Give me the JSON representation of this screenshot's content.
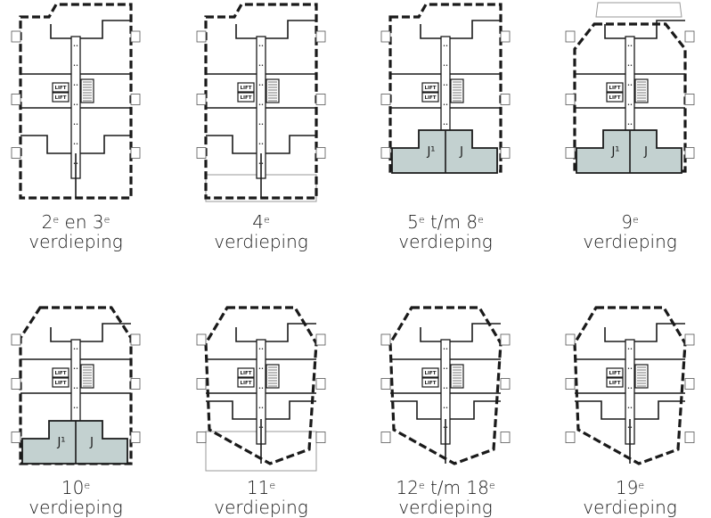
{
  "floor_plans": [
    {
      "id": "f2-3",
      "shape": "tall",
      "caption_parts": [
        [
          "2",
          "e"
        ],
        [
          " en 3",
          "e"
        ]
      ],
      "caption_line2": "verdieping",
      "units": [],
      "has_balcony_bottom": false
    },
    {
      "id": "f4",
      "shape": "tall",
      "caption_parts": [
        [
          "4",
          "e"
        ]
      ],
      "caption_line2": "verdieping",
      "units": [],
      "has_balcony_bottom": true
    },
    {
      "id": "f5-8",
      "shape": "mid",
      "caption_parts": [
        [
          "5",
          "e"
        ],
        [
          " t/m 8",
          "e"
        ]
      ],
      "caption_line2": "verdieping",
      "units": [
        "J¹",
        "J"
      ],
      "has_balcony_bottom": false
    },
    {
      "id": "f9",
      "shape": "chamfer",
      "caption_parts": [
        [
          "9",
          "e"
        ]
      ],
      "caption_line2": "verdieping",
      "units": [
        "J¹",
        "J"
      ],
      "has_balcony_bottom": false
    },
    {
      "id": "f10",
      "shape": "chamfer",
      "caption_parts": [
        [
          "10",
          "e"
        ]
      ],
      "caption_line2": "verdieping",
      "units": [
        "J¹",
        "J"
      ],
      "has_balcony_bottom": false
    },
    {
      "id": "f11",
      "shape": "slant",
      "caption_parts": [
        [
          "11",
          "e"
        ]
      ],
      "caption_line2": "verdieping",
      "units": [],
      "has_balcony_bottom": true
    },
    {
      "id": "f12-18",
      "shape": "slant",
      "caption_parts": [
        [
          "12",
          "e"
        ],
        [
          " t/m 18",
          "e"
        ]
      ],
      "caption_line2": "verdieping",
      "units": [],
      "has_balcony_bottom": false
    },
    {
      "id": "f19",
      "shape": "slant",
      "caption_parts": [
        [
          "19",
          "e"
        ]
      ],
      "caption_line2": "verdieping",
      "units": [],
      "has_balcony_bottom": false
    }
  ],
  "lift_label": "LIFT",
  "colors": {
    "wall": "#1a1a1a",
    "unit_fill": "#c3d1d0",
    "balcony": "#9a9a9a"
  }
}
